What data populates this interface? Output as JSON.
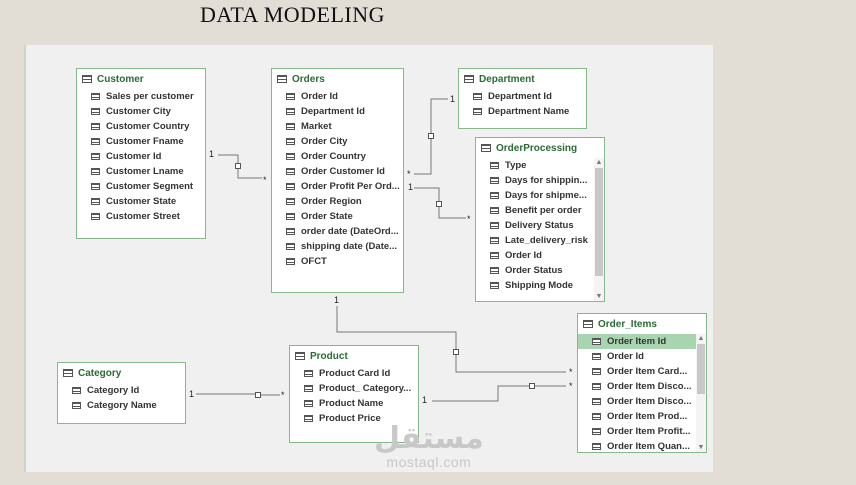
{
  "page_title": "DATA MODELING",
  "tables": {
    "customer": {
      "name": "Customer",
      "fields": [
        "Sales per customer",
        "Customer City",
        "Customer Country",
        "Customer Fname",
        "Customer Id",
        "Customer Lname",
        "Customer Segment",
        "Customer State",
        "Customer Street"
      ]
    },
    "orders": {
      "name": "Orders",
      "fields": [
        "Order Id",
        "Department Id",
        "Market",
        "Order City",
        "Order Country",
        "Order Customer Id",
        "Order Profit Per Ord...",
        "Order Region",
        "Order State",
        "order date (DateOrd...",
        "shipping date (Date...",
        "OFCT"
      ]
    },
    "department": {
      "name": "Department",
      "fields": [
        "Department Id",
        "Department Name"
      ]
    },
    "orderprocessing": {
      "name": "OrderProcessing",
      "fields": [
        "Type",
        "Days for shippin...",
        "Days for shipme...",
        "Benefit per order",
        "Delivery Status",
        "Late_delivery_risk",
        "Order Id",
        "Order Status",
        "Shipping Mode"
      ]
    },
    "category": {
      "name": "Category",
      "fields": [
        "Category Id",
        "Category Name"
      ]
    },
    "product": {
      "name": "Product",
      "fields": [
        "Product Card Id",
        "Product_ Category...",
        "Product Name",
        "Product Price"
      ]
    },
    "order_items": {
      "name": "Order_Items",
      "fields": [
        "Order Item Id",
        "Order Id",
        "Order Item Card...",
        "Order Item Disco...",
        "Order Item Disco...",
        "Order Item Prod...",
        "Order Item Profit...",
        "Order Item Quan..."
      ]
    }
  },
  "cardinality": {
    "one": "1",
    "many": "*"
  },
  "watermark": {
    "arabic": "مستقل",
    "latin": "mostaql.com"
  },
  "colors": {
    "header_text": "#2b6c34",
    "border": "#85b98a",
    "selected_row": "#a8d5b0",
    "background": "#e2ddd5",
    "canvas": "#f0f0f0"
  }
}
